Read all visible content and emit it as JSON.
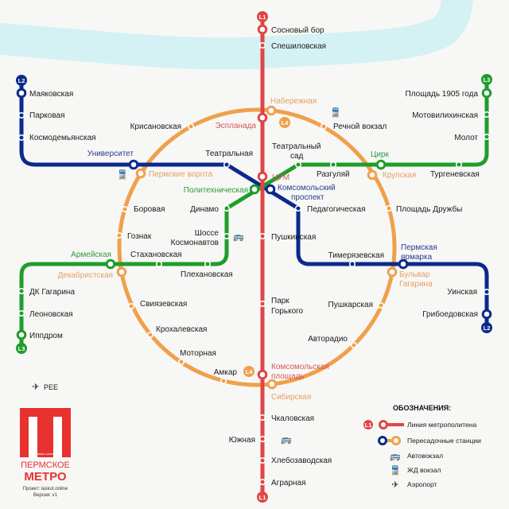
{
  "colors": {
    "L1": "#e04646",
    "L2": "#0b2a8c",
    "L3": "#1f9d2a",
    "L4": "#f0a04b",
    "river": "#d4f1f4"
  },
  "lines": {
    "L1": {
      "badge": "L1",
      "stations": [
        "Сосновый бор",
        "Спешиловская",
        "Эспланада",
        "ЦУМ",
        "Пушкинская",
        [
          "Парк",
          "Горького"
        ],
        [
          "Комсомольская",
          "площадь"
        ],
        "Чкаловская",
        "Южная",
        "Хлебозаводская",
        "Аграрная"
      ]
    },
    "L2": {
      "badge": "L2",
      "stations": [
        "Маяковская",
        "Парковая",
        "Космодемьянская",
        "Университет",
        "Театральная",
        [
          "Комсомольский",
          "проспект"
        ],
        "Педагогическая",
        "Тимерязевская",
        [
          "Пермская",
          "ярмарка"
        ],
        "Уинская",
        "Грибоедовская"
      ]
    },
    "L3": {
      "badge": "L3",
      "stations": [
        "Площадь 1905 года",
        "Мотовилихинская",
        "Молот",
        "Тургеневская",
        "Цирк",
        "Разгуляй",
        [
          "Театральный",
          "сад"
        ],
        "Политехническая",
        "Динамо",
        [
          "Шоссе",
          "Космонавтов"
        ],
        "Плехановская",
        "Стахановская",
        "Армейская",
        "ДК Гагарина",
        "Леоновская",
        "Иппдром"
      ]
    },
    "L4": {
      "badge": "L4",
      "stations": [
        "Набережная",
        "Речной вокзал",
        "Крупская",
        "Площадь Дружбы",
        [
          "Бульвар",
          "Гагарина"
        ],
        "Пушкарская",
        "Авторадио",
        "Сибирская",
        "Амкар",
        "Моторная",
        "Крохалевская",
        "Свиязевская",
        "Декабристская",
        "Гознак",
        "Боровая",
        "Пермские ворота",
        "Крисановская"
      ]
    }
  },
  "airport": {
    "code": "PEE",
    "icon": "airplane-icon"
  },
  "legend": {
    "title": "ОБОЗНАЧЕНИЯ:",
    "items": [
      "Линия метрополитена",
      "Пересадочные станции",
      "Автовокзал",
      "ЖД вокзал",
      "Аэропорт"
    ],
    "icons": [
      "metro-line-icon",
      "transfer-icon",
      "bus-icon",
      "train-icon",
      "airplane-icon"
    ]
  },
  "logo": {
    "tag": "laskut.online",
    "line1": "ПЕРМСКОЕ",
    "line2": "МЕТРО"
  },
  "footer": {
    "project": "Проект: laskut.online",
    "version": "Версия: v1"
  }
}
